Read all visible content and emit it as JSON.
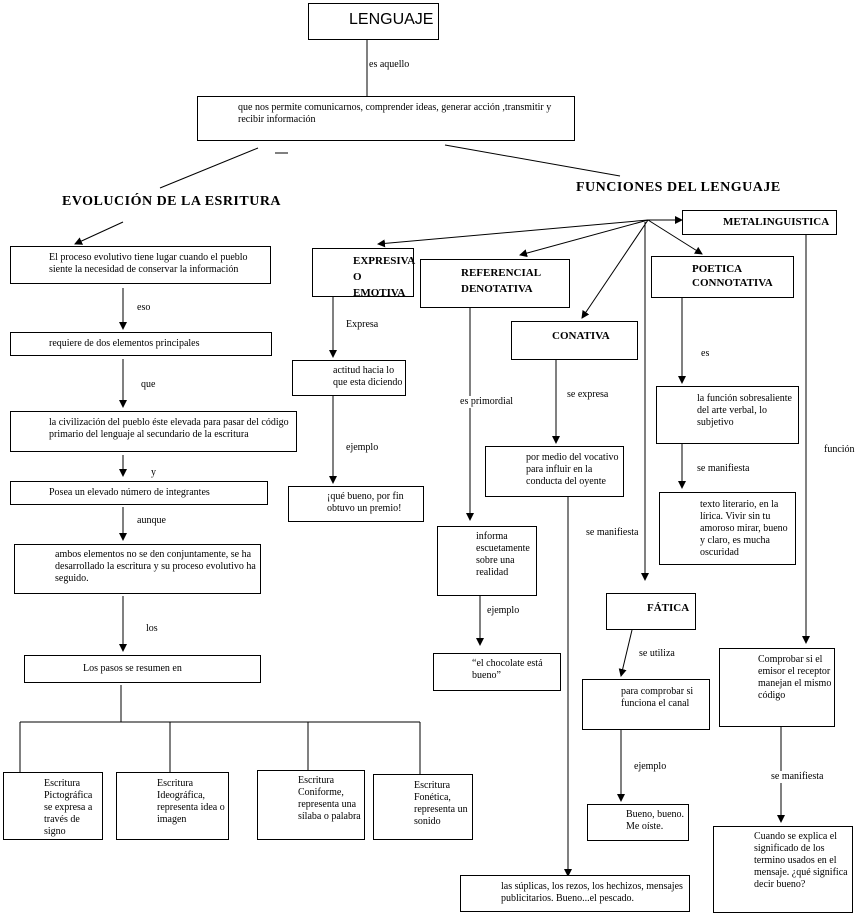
{
  "title": "LENGUAJE",
  "es_aquello": "es aquello",
  "definicion": "que nos permite comunicarnos, comprender ideas, generar acción ,transmitir y recibir información",
  "evolucion": {
    "heading": "EVOLUCIÓN DE LA ESRITURA",
    "proceso": "El proceso evolutivo tiene lugar cuando el pueblo siente la necesidad de conservar la información",
    "eso": "eso",
    "requiere": "requiere de dos elementos principales",
    "que": "que",
    "civilizacion": "la civilización del pueblo éste elevada para pasar del código primario del lenguaje al secundario de la escritura",
    "y": "y",
    "posea": "Posea un elevado número de integrantes",
    "aunque": "aunque",
    "ambos": "ambos elementos no se den conjuntamente, se ha desarrollado la escritura y su proceso evolutivo ha seguido.",
    "los": "los",
    "pasos": "Los pasos se resumen en",
    "escrituras": [
      "Escritura Pictográfica se expresa a través de signo",
      "Escritura Ideográfica, representa idea o imagen",
      "Escritura Coniforme, representa una sílaba o palabra",
      "Escritura Fonética, representa un sonido"
    ]
  },
  "funciones": {
    "heading": "FUNCIONES DEL LENGUAJE",
    "expresiva": {
      "title": "EXPRESIVA O EMOTIVA",
      "expresa": "Expresa",
      "actitud": "actitud hacia lo que esta diciendo",
      "ejemplo": "ejemplo",
      "ejemplo_text": "¡qué bueno, por fin obtuvo un premio!"
    },
    "referencial": {
      "title": "REFERENCIAL DENOTATIVA",
      "es_primordial": "es primordial",
      "informa": "informa escuetamente sobre una realidad",
      "ejemplo": "ejemplo",
      "ejemplo_text": "“el chocolate está bueno”"
    },
    "conativa": {
      "title": "CONATIVA",
      "se_expresa": "se expresa",
      "vocativo": "por medio del vocativo para influir en la conducta del oyente",
      "se_manifiesta": "se manifiesta",
      "suplicas": "las súplicas, los rezos, los hechizos, mensajes publicitarios. Bueno...el pescado."
    },
    "poetica": {
      "title": "POETICA CONNOTATIVA",
      "es": "es",
      "funcion": "la función sobresaliente del arte verbal, lo subjetivo",
      "se_manifiesta": "se manifiesta",
      "texto": "texto literario, en la lírica. Vivir sin tu amoroso mirar, bueno y claro, es mucha oscuridad"
    },
    "fatica": {
      "title": "FÁTICA",
      "se_utiliza": "se utiliza",
      "canal": "para comprobar si funciona el canal",
      "ejemplo": "ejemplo",
      "ejemplo_text": "Bueno, bueno. Me oíste."
    },
    "metalinguistica": {
      "title": "METALINGUISTICA",
      "funcion": "función",
      "comprobar": "Comprobar si el emisor el receptor manejan el mismo código",
      "se_manifiesta": "se manifiesta",
      "cuando": "Cuando se explica el significado de los termino usados en el mensaje. ¿qué significa decir bueno?"
    }
  }
}
